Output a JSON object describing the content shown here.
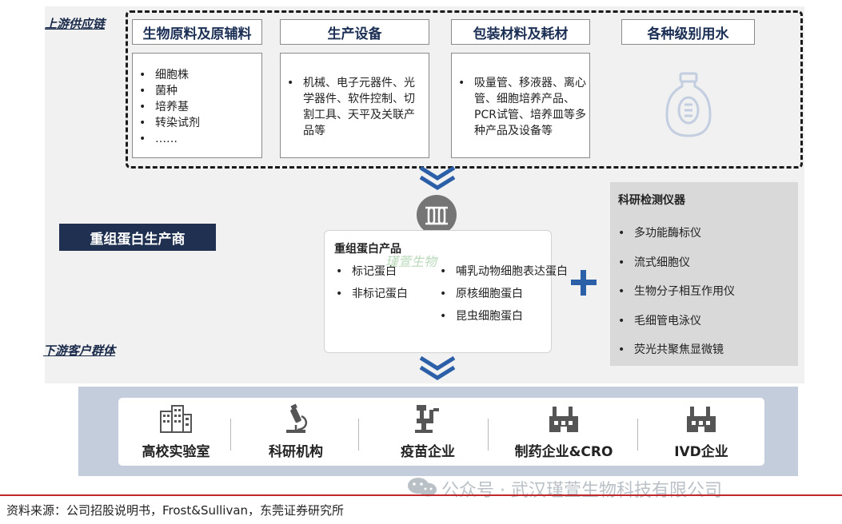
{
  "upstream": {
    "label": "上游供应链",
    "categories": [
      {
        "title": "生物原料及原辅料",
        "items": [
          "细胞株",
          "菌种",
          "培养基",
          "转染试剂",
          "……"
        ]
      },
      {
        "title": "生产设备",
        "items": [
          "机械、电子元器件、光学器件、软件控制、切割工具、天平及关联产品等"
        ]
      },
      {
        "title": "包装材料及耗材",
        "items": [
          "吸量管、移液器、离心管、细胞培养产品、PCR试管、培养皿等多种产品及设备等"
        ]
      },
      {
        "title": "各种级别用水",
        "items": []
      }
    ]
  },
  "midstream": {
    "manufacturer": "重组蛋白生产商",
    "product_title": "重组蛋白产品",
    "left_items": [
      "标记蛋白",
      "非标记蛋白"
    ],
    "right_items": [
      "哺乳动物细胞表达蛋白",
      "原核细胞蛋白",
      "昆虫细胞蛋白"
    ],
    "plus": "+",
    "instruments_title": "科研检测仪器",
    "instruments": [
      "多功能酶标仪",
      "流式细胞仪",
      "生物分子相互作用仪",
      "毛细管电泳仪",
      "荧光共聚焦显微镜"
    ]
  },
  "downstream": {
    "label": "下游客户群体",
    "customers": [
      {
        "label": "高校实验室",
        "icon": "building-icon"
      },
      {
        "label": "科研机构",
        "icon": "microscope-icon"
      },
      {
        "label": "疫苗企业",
        "icon": "lab-robot-icon"
      },
      {
        "label": "制药企业&CRO",
        "icon": "factory-icon"
      },
      {
        "label": "IVD企业",
        "icon": "factory-icon"
      }
    ]
  },
  "watermark_small": "瑾萱生物",
  "watermark": "公众号 · 武汉瑾萱生物科技有限公司",
  "source": "资料来源：公司招股说明书，Frost&Sullivan，东莞证券研究所",
  "colors": {
    "navy": "#1f3050",
    "chevron": "#2b5fa8",
    "plus": "#2b5fa8",
    "red_line": "#c0282b",
    "customer_band": "#c4cddb"
  }
}
